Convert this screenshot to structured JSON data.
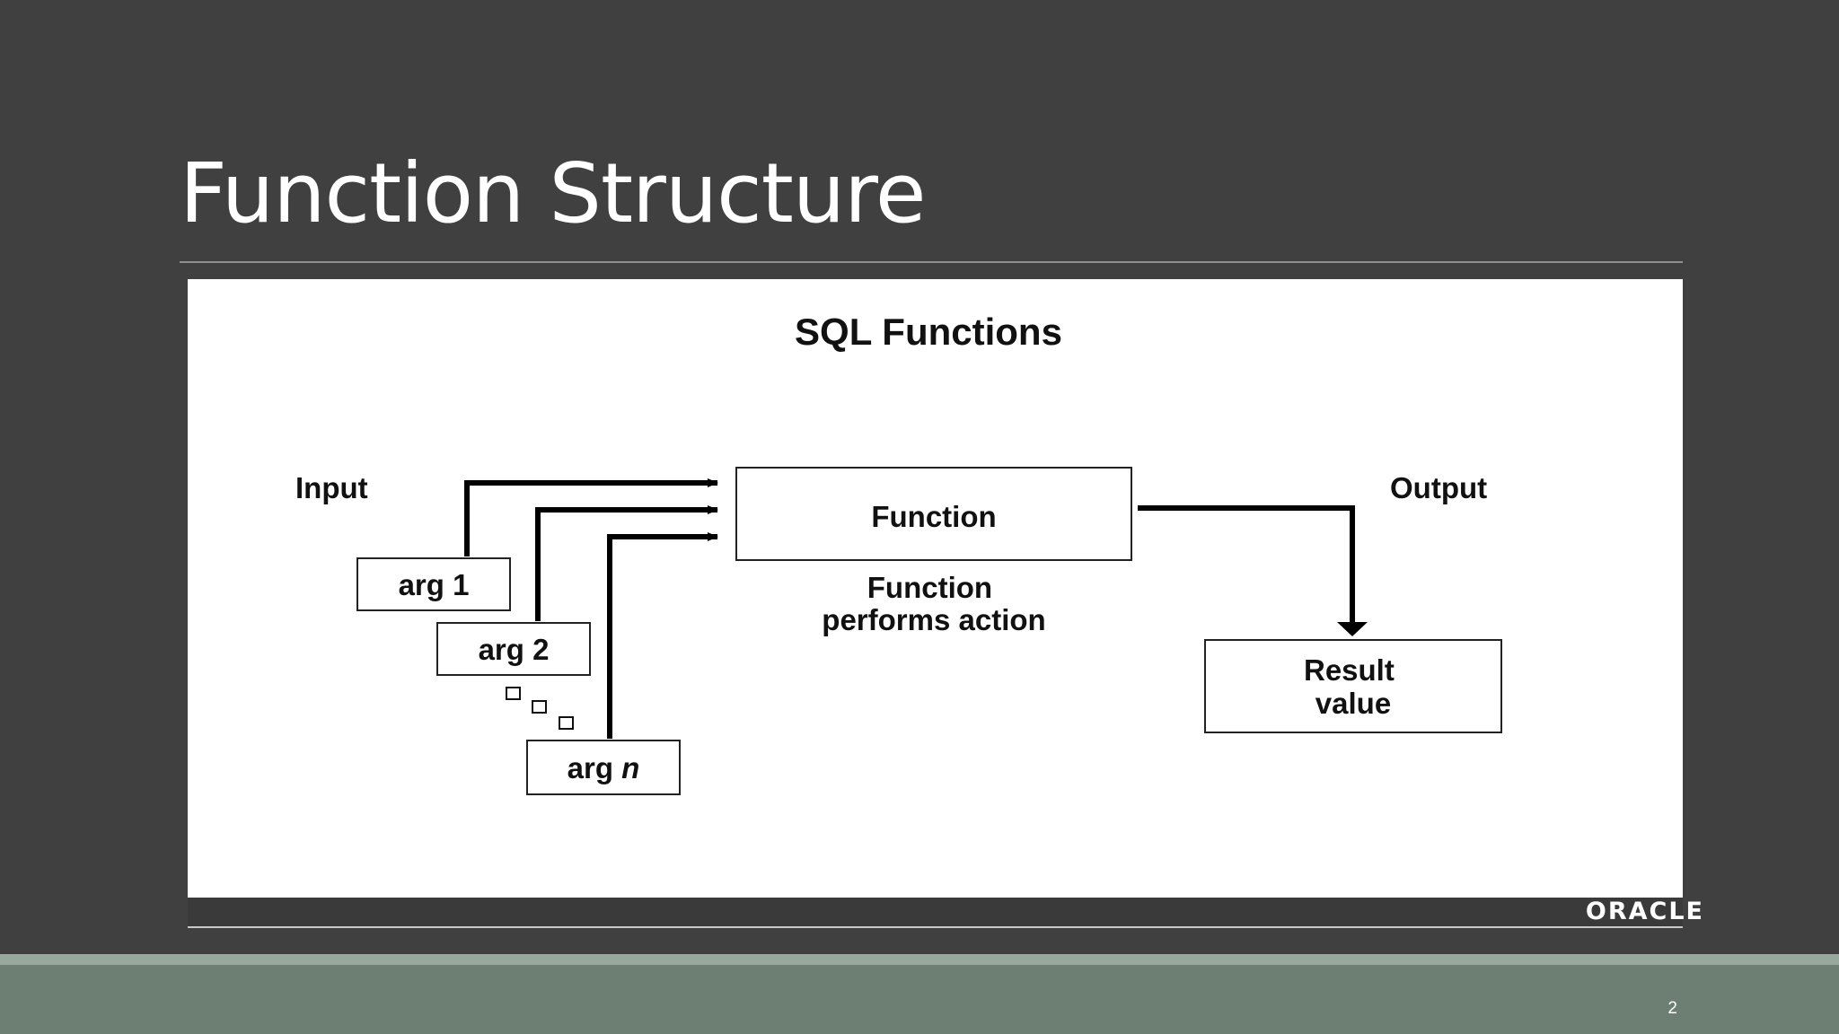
{
  "slide": {
    "title": "Function Structure",
    "page_number": "2"
  },
  "diagram": {
    "heading": "SQL Functions",
    "input_label": "Input",
    "output_label": "Output",
    "args": [
      "arg 1",
      "arg 2"
    ],
    "arg_n_prefix": "arg",
    "arg_n_var": "n",
    "function_box": "Function",
    "function_caption": [
      "Function",
      "performs action"
    ],
    "result_box": [
      "Result",
      "value"
    ]
  },
  "branding": {
    "logo_text": "ORACLE"
  }
}
